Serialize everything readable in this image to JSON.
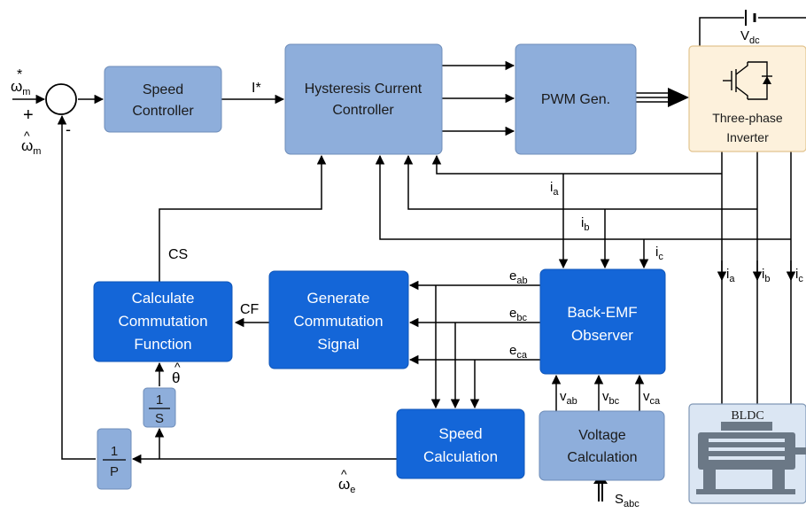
{
  "blocks": {
    "speed_controller": [
      "Speed",
      "Controller"
    ],
    "hysteresis": [
      "Hysteresis Current",
      "Controller"
    ],
    "pwm": "PWM Gen.",
    "inverter": [
      "Three-phase",
      "Inverter"
    ],
    "calc_commutation": [
      "Calculate",
      "Commutation",
      "Function"
    ],
    "gen_commutation": [
      "Generate",
      "Commutation",
      "Signal"
    ],
    "backemf": [
      "Back-EMF",
      "Observer"
    ],
    "speed_calc": [
      "Speed",
      "Calculation"
    ],
    "voltage_calc": [
      "Voltage",
      "Calculation"
    ],
    "integrator": {
      "num": "1",
      "den": "S"
    },
    "pole_gain": {
      "num": "1",
      "den": "P"
    },
    "motor": "BLDC"
  },
  "signals": {
    "omega_ref": {
      "base": "ω",
      "hat": "*",
      "sub": "m"
    },
    "omega_hat_m": {
      "base": "ω",
      "hat": "^",
      "sub": "m"
    },
    "omega_hat_e": {
      "base": "ω",
      "hat": "^",
      "sub": "e"
    },
    "theta_hat": {
      "base": "θ",
      "hat": "^"
    },
    "plus": "+",
    "minus": "-",
    "i_star": "I*",
    "cs": "CS",
    "cf": "CF",
    "vdc": {
      "base": "V",
      "sub": "dc"
    },
    "ia_fb": {
      "base": "i",
      "sub": "a"
    },
    "ib_fb": {
      "base": "i",
      "sub": "b"
    },
    "ic_fb": {
      "base": "i",
      "sub": "c"
    },
    "ia_m": {
      "base": "i",
      "sub": "a"
    },
    "ib_m": {
      "base": "i",
      "sub": "b"
    },
    "ic_m": {
      "base": "i",
      "sub": "c"
    },
    "eab": {
      "base": "e",
      "sub": "ab"
    },
    "ebc": {
      "base": "e",
      "sub": "bc"
    },
    "eca": {
      "base": "e",
      "sub": "ca"
    },
    "vab": {
      "base": "v",
      "sub": "ab"
    },
    "vbc": {
      "base": "v",
      "sub": "bc"
    },
    "vca": {
      "base": "v",
      "sub": "ca"
    },
    "sabc": {
      "base": "S",
      "sub": "abc"
    }
  },
  "colors": {
    "light_block": "#8eaedb",
    "dark_block": "#1466d8",
    "inverter_fill": "#fdf1dc",
    "motor_fill": "#dbe6f3",
    "wire": "#000000"
  }
}
